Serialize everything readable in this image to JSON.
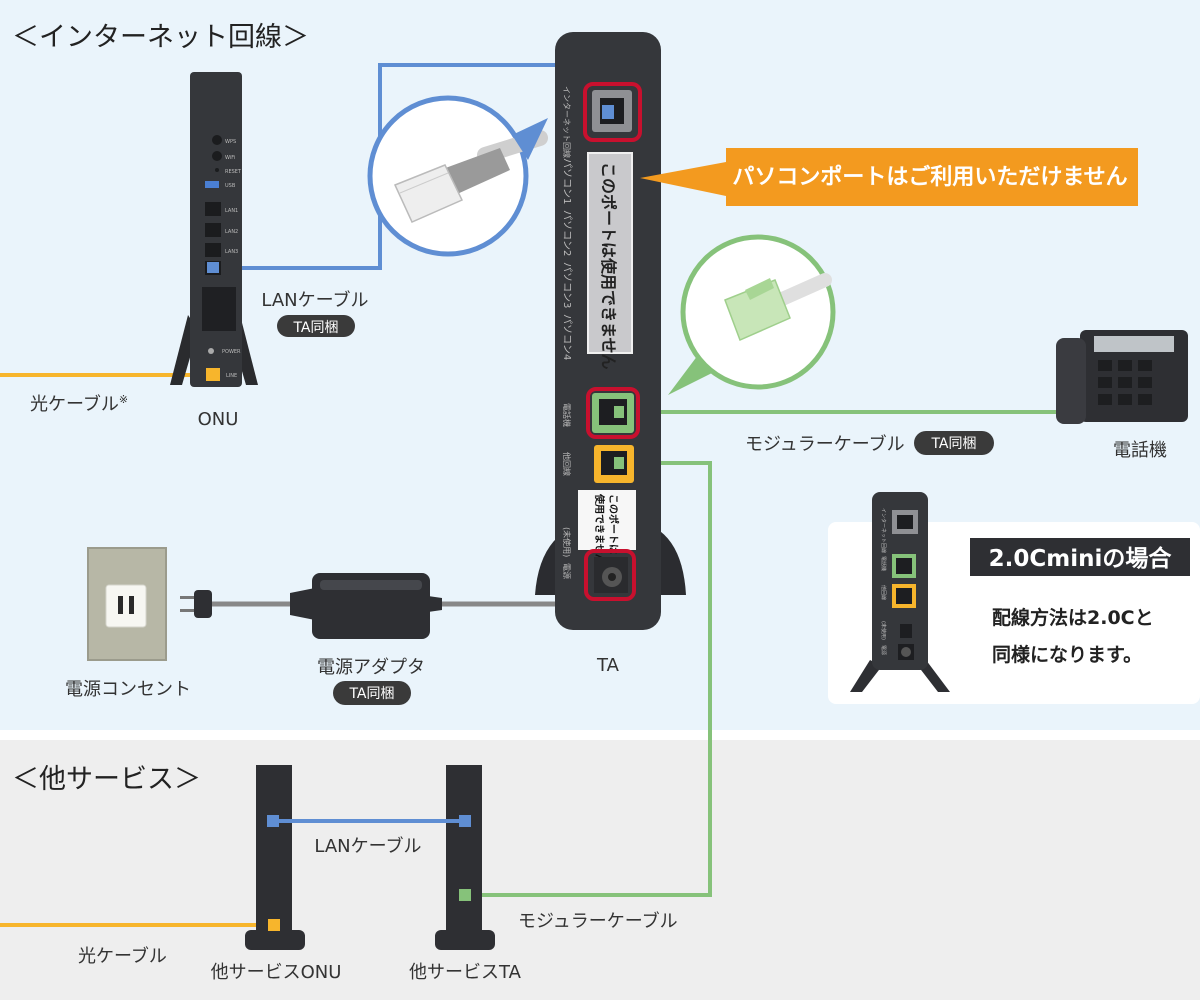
{
  "section_internet": {
    "title": "＜インターネット回線＞"
  },
  "section_other": {
    "title": "＜他サービス＞"
  },
  "onu": {
    "label": "ONU",
    "port_wps": "WPS",
    "port_wifi": "WiFi",
    "port_reset": "RESET",
    "port_usb": "USB",
    "port_lan1": "LAN1",
    "port_lan2": "LAN2",
    "port_lan3": "LAN3",
    "port_power": "POWER",
    "port_line": "LINE"
  },
  "ta": {
    "label": "TA",
    "port_internet": "インターネット回線",
    "port_pc1": "パソコン1",
    "port_pc2": "パソコン2",
    "port_pc3": "パソコン3",
    "port_pc4": "パソコン4",
    "port_phone": "電話機",
    "port_line": "他回線",
    "port_unused": "(未使用)",
    "port_power": "電源",
    "sticker_large": "このポートは使用できません",
    "sticker_small_1": "このポートは",
    "sticker_small_2": "使用できません"
  },
  "callout": {
    "text": "パソコンポートはご利用いただけません"
  },
  "labels": {
    "lan_cable": "LANケーブル",
    "ta_bundled": "TA同梱",
    "optical_cable": "光ケーブル",
    "optical_note": "※",
    "modular_cable": "モジュラーケーブル",
    "phone": "電話機",
    "power_adapter": "電源アダプタ",
    "power_outlet": "電源コンセント"
  },
  "mini_box": {
    "title": "2.0Cminiの場合",
    "desc_line1": "配線方法は2.0Cと",
    "desc_line2": "同様になります。",
    "port_internet": "インターネット回線",
    "port_phone": "電話機",
    "port_line": "他回線",
    "port_unused": "(未使用)",
    "port_power": "電源"
  },
  "other": {
    "lan_cable": "LANケーブル",
    "modular_cable": "モジュラーケーブル",
    "optical_cable": "光ケーブル",
    "onu_label": "他サービスONU",
    "ta_label": "他サービスTA"
  },
  "colors": {
    "lan_blue": "#5f8ed3",
    "optical_yellow": "#f7b52c",
    "modular_green": "#86c27a",
    "callout_orange": "#f39a1f",
    "highlight_red": "#c8102e",
    "device_dark": "#2e2f33",
    "top_bg": "#eaf4fb",
    "bottom_bg": "#eeeeee"
  }
}
